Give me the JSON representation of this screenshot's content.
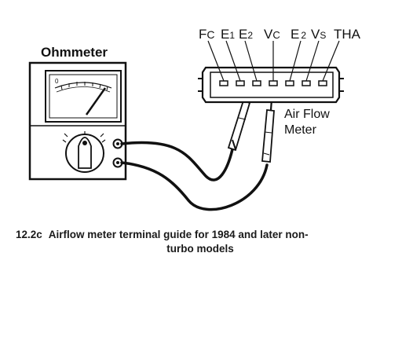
{
  "meter": {
    "label": "Ohmmeter",
    "scale_mark": "0"
  },
  "terminals": [
    {
      "main": "F",
      "sub": "C"
    },
    {
      "main": "E",
      "sub": "1"
    },
    {
      "main": "E",
      "sub": "2"
    },
    {
      "main": "V",
      "sub": "C"
    },
    {
      "main": "E",
      "sub": "2"
    },
    {
      "main": "V",
      "sub": "S"
    },
    {
      "main": "THA",
      "sub": ""
    }
  ],
  "device": {
    "label_line1": "Air Flow",
    "label_line2": "Meter"
  },
  "caption": {
    "number": "12.2c",
    "line1": "Airflow meter terminal guide for 1984 and later non-",
    "line2": "turbo models"
  }
}
